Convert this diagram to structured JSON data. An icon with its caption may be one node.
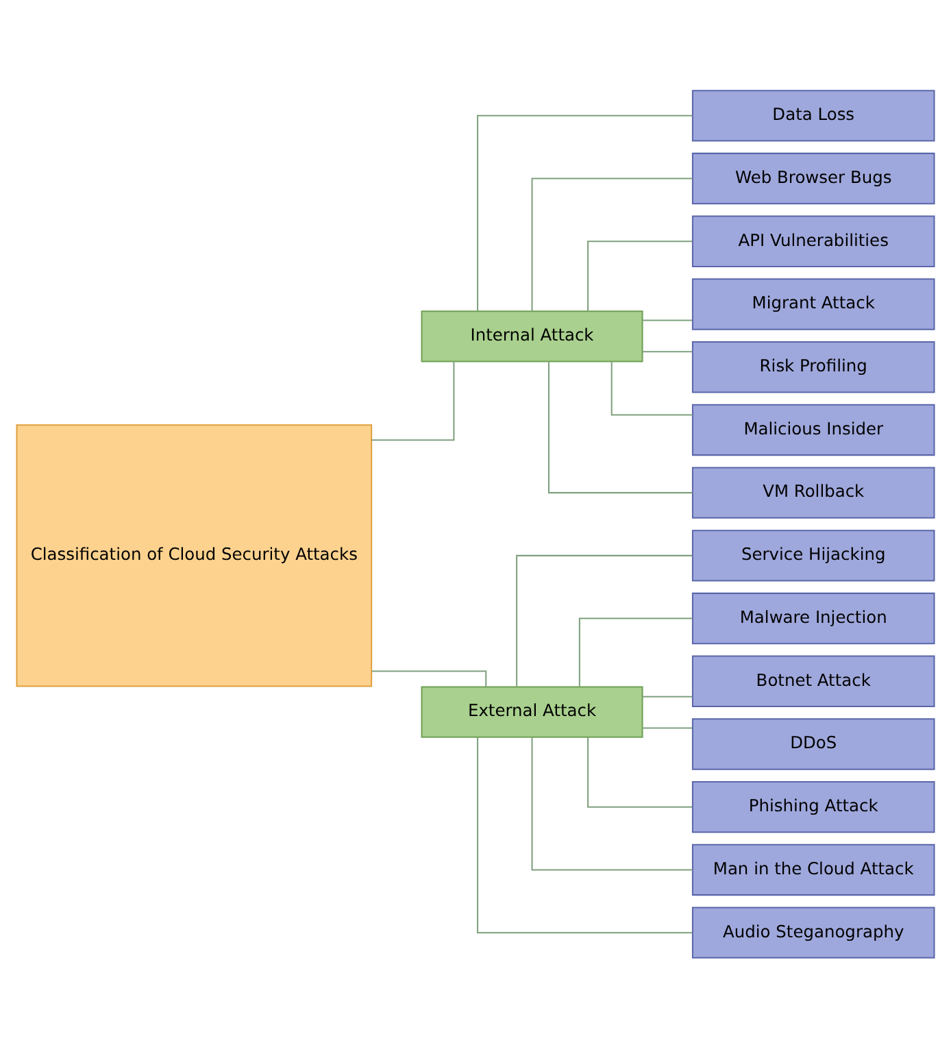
{
  "diagram": {
    "nodes": [
      {
        "text": [
          "Classification of Cloud Security Attacks"
        ]
      },
      {
        "text": [
          "Internal Attack"
        ]
      },
      {
        "text": [
          "External Attack"
        ]
      },
      {
        "text": [
          "Data Loss"
        ]
      },
      {
        "text": [
          "Web Browser Bugs"
        ]
      },
      {
        "text": [
          "API Vulnerabilities"
        ]
      },
      {
        "text": [
          "Migrant Attack"
        ]
      },
      {
        "text": [
          "Risk Profiling"
        ]
      },
      {
        "text": [
          "Malicious Insider"
        ]
      },
      {
        "text": [
          "VM Rollback"
        ]
      },
      {
        "text": [
          "Service Hijacking"
        ]
      },
      {
        "text": [
          "Malware Injection"
        ]
      },
      {
        "text": [
          "Botnet Attack"
        ]
      },
      {
        "text": [
          "DDoS"
        ]
      },
      {
        "text": [
          "Phishing Attack"
        ]
      },
      {
        "text": [
          "Man in the Cloud Attack"
        ]
      },
      {
        "text": [
          "Audio Steganography"
        ]
      }
    ],
    "edges": [
      {
        "from": 0,
        "to": 1,
        "arrow": "none"
      },
      {
        "from": 0,
        "to": 2,
        "arrow": "none"
      },
      {
        "from": 1,
        "to": 3,
        "arrow": "none"
      },
      {
        "from": 1,
        "to": 4,
        "arrow": "none"
      },
      {
        "from": 1,
        "to": 5,
        "arrow": "none"
      },
      {
        "from": 1,
        "to": 6,
        "arrow": "none"
      },
      {
        "from": 1,
        "to": 7,
        "arrow": "none"
      },
      {
        "from": 1,
        "to": 8,
        "arrow": "none"
      },
      {
        "from": 1,
        "to": 9,
        "arrow": "none"
      },
      {
        "from": 2,
        "to": 10,
        "arrow": "none"
      },
      {
        "from": 2,
        "to": 11,
        "arrow": "none"
      },
      {
        "from": 2,
        "to": 12,
        "arrow": "none"
      },
      {
        "from": 2,
        "to": 13,
        "arrow": "none"
      },
      {
        "from": 2,
        "to": 14,
        "arrow": "none"
      },
      {
        "from": 2,
        "to": 15,
        "arrow": "none"
      },
      {
        "from": 2,
        "to": 16,
        "arrow": "none"
      }
    ]
  }
}
